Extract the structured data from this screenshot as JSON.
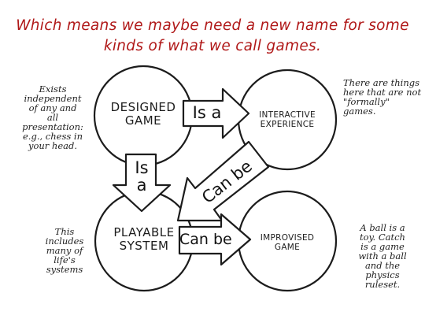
{
  "title": {
    "line1": "Which means we maybe need a new name for some",
    "line2": "kinds of what we call games."
  },
  "nodes": {
    "designed_game": {
      "line1": "DESIGNED",
      "line2": "GAME"
    },
    "interactive_experience": {
      "line1": "INTERACTIVE",
      "line2": "EXPERIENCE"
    },
    "playable_system": {
      "line1": "PLAYABLE",
      "line2": "SYSTEM"
    },
    "improvised_game": {
      "line1": "IMPROVISED",
      "line2": "GAME"
    }
  },
  "arrows": {
    "designed_to_interactive": "Is a",
    "designed_to_playable_line1": "Is",
    "designed_to_playable_line2": "a",
    "interactive_to_playable": "Can be",
    "playable_to_improvised": "Can be"
  },
  "notes": {
    "top_left": [
      "Exists",
      "independent",
      "of any and all",
      "presentation:",
      "e.g., chess in",
      "your head."
    ],
    "top_right": [
      "There are things",
      "here that are not",
      "\"formally\" games."
    ],
    "bottom_left": [
      "This",
      "includes",
      "many of",
      "life's",
      "systems"
    ],
    "bottom_right": [
      "A ball is a",
      "toy. Catch",
      "is a game",
      "with a ball",
      "and the",
      "physics",
      "ruleset."
    ]
  },
  "colors": {
    "title": "#b01818",
    "ink": "#1c1c1c",
    "background": "#ffffff"
  }
}
